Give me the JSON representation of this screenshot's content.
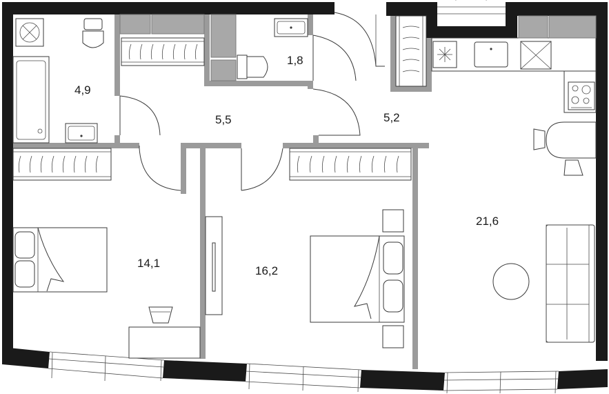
{
  "colors": {
    "outer_wall": "#1a1a1a",
    "inner_wall": "#9b9b9b",
    "fixture_grey": "#a8a8a8",
    "background": "#ffffff"
  },
  "rooms": {
    "bathroom": {
      "area": "4,9"
    },
    "toilet": {
      "area": "1,8"
    },
    "corridor": {
      "area": "5,5"
    },
    "hall": {
      "area": "5,2"
    },
    "bedroom_left": {
      "area": "14,1"
    },
    "bedroom_center": {
      "area": "16,2"
    },
    "kitchen_living": {
      "area": "21,6"
    }
  },
  "icons": [
    "ventilation-icon",
    "toilet-icon",
    "sink-icon",
    "bathtub-icon",
    "wardrobe-icon",
    "stove-icon",
    "double-bed-icon",
    "desk-icon",
    "chair-icon",
    "dining-table-icon",
    "sofa-icon",
    "coffee-table-icon",
    "nightstand-icon",
    "door-swing-icon",
    "window-icon"
  ]
}
